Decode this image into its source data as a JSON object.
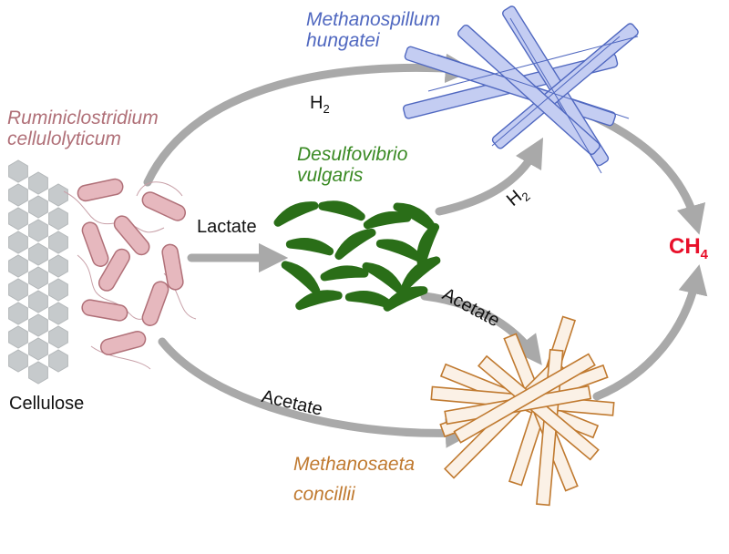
{
  "organisms": {
    "ruminiclostridium": {
      "line1": "Ruminiclostridium",
      "line2": "cellulolyticum",
      "color": "#b07078"
    },
    "desulfovibrio": {
      "line1": "Desulfovibrio",
      "line2": "vulgaris",
      "color": "#3a8a24"
    },
    "methanospillum": {
      "line1": "Methanospillum",
      "line2": "hungatei",
      "color": "#5068c0"
    },
    "methanosaeta": {
      "line1": "Methanosaeta",
      "line2": "concillii",
      "color": "#c07a30"
    }
  },
  "substrate": {
    "label": "Cellulose"
  },
  "flows": {
    "h2_top": {
      "base": "H",
      "sub": "2"
    },
    "h2_mid": {
      "base": "H",
      "sub": "2"
    },
    "lactate": {
      "label": "Lactate"
    },
    "acetate_mid": {
      "label": "Acetate"
    },
    "acetate_bottom": {
      "label": "Acetate"
    }
  },
  "product": {
    "base": "CH",
    "sub": "4",
    "color": "#e8102a"
  },
  "colors": {
    "arrow": "#a9a9a9",
    "cellulose": "#c6cacc"
  }
}
